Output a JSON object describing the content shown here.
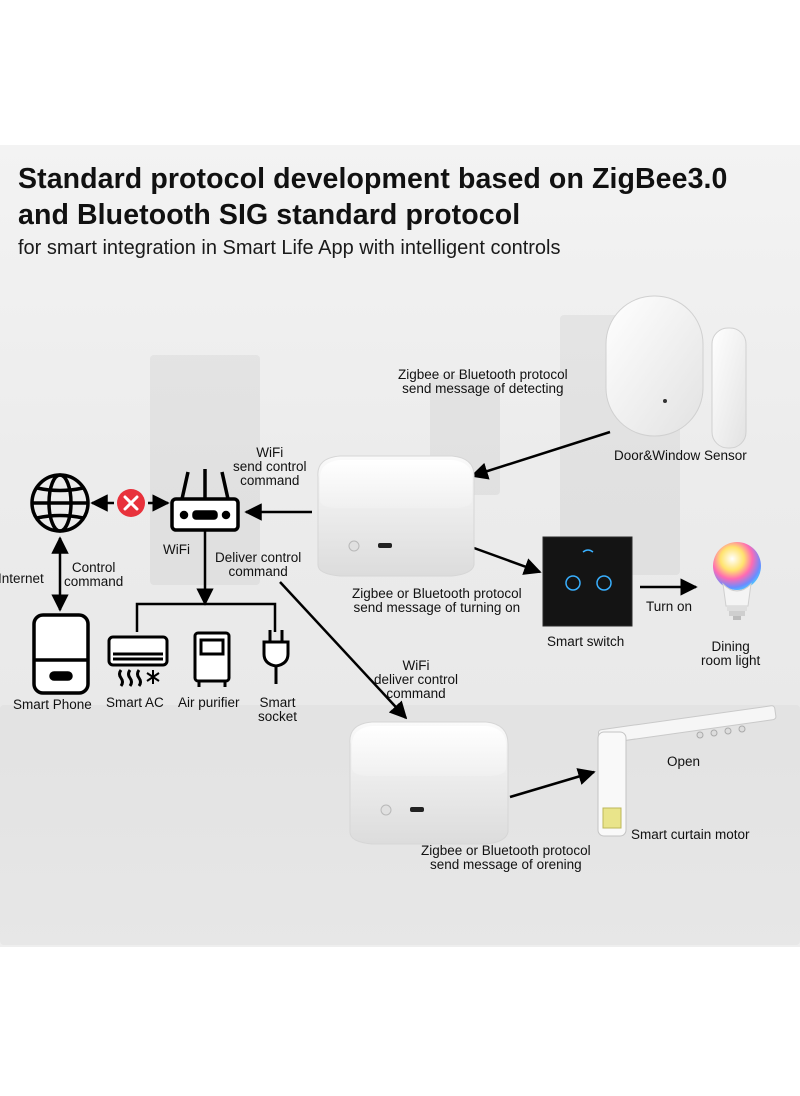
{
  "header": {
    "title_line1": "Standard protocol development based on ZigBee3.0",
    "title_line2": "and Bluetooth SIG standard protocol",
    "subtitle": "for smart integration in Smart Life App with intelligent controls"
  },
  "labels": {
    "sensor_protocol": [
      "Zigbee or Bluetooth protocol",
      "send message of detecting"
    ],
    "door_window_sensor": "Door&Window Sensor",
    "wifi_send_control": [
      "WiFi",
      "send control",
      "command"
    ],
    "wifi": "WiFi",
    "deliver_control": [
      "Deliver control",
      "command"
    ],
    "internet": "Internet",
    "control_command": [
      "Control",
      "command"
    ],
    "switch_protocol": [
      "Zigbee or Bluetooth protocol",
      "send message of turning on"
    ],
    "smart_switch": "Smart switch",
    "turn_on": "Turn on",
    "dining_room_light": [
      "Dining",
      "room light"
    ],
    "smart_phone": "Smart Phone",
    "smart_ac": "Smart AC",
    "air_purifier": "Air purifier",
    "smart_socket": [
      "Smart",
      "socket"
    ],
    "wifi_deliver_control": [
      "WiFi",
      "deliver control",
      "command"
    ],
    "open": "Open",
    "smart_curtain_motor": "Smart curtain motor",
    "curtain_protocol": [
      "Zigbee or Bluetooth protocol",
      "send message of orening"
    ]
  },
  "colors": {
    "error_badge": "#e8323c",
    "arrow": "#000000",
    "switch_panel": "#141414",
    "touch_ring": "#39b0ff"
  },
  "icons": [
    "globe-icon",
    "error-x-icon",
    "router-icon",
    "smartphone-icon",
    "air-conditioner-icon",
    "air-purifier-icon",
    "smart-socket-icon",
    "light-bulb-icon"
  ]
}
